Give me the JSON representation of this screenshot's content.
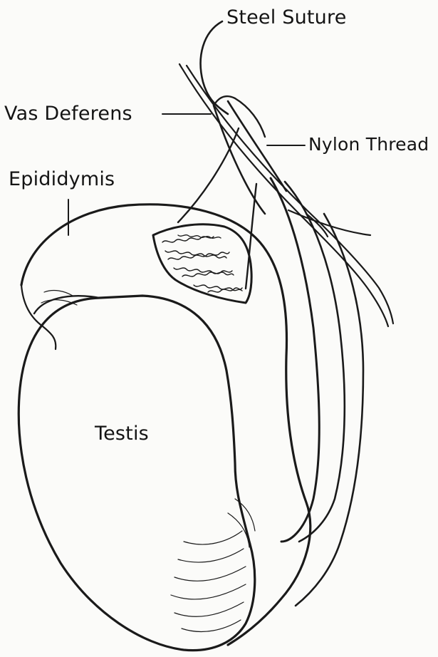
{
  "labels": {
    "steel_suture": "Steel Suture",
    "vas_deferens": "Vas Deferens",
    "nylon_thread": "Nylon Thread",
    "epididymis": "Epididymis",
    "testis": "Testis"
  }
}
